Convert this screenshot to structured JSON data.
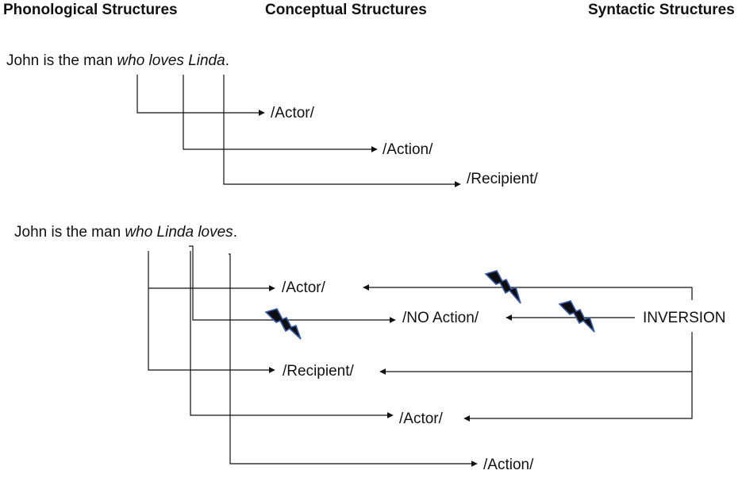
{
  "headers": {
    "phonological": "Phonological Structures",
    "conceptual": "Conceptual Structures",
    "syntactic": "Syntactic Structures"
  },
  "example1": {
    "sentence_plain": "John is the man ",
    "sentence_italic": "who loves Linda",
    "sentence_end": ".",
    "roles": [
      "/Actor/",
      "/Action/",
      "/Recipient/"
    ]
  },
  "example2": {
    "sentence_plain": "John is the man ",
    "sentence_italic": "who Linda loves",
    "sentence_end": ".",
    "roles": [
      "/Actor/",
      "/NO Action/",
      "/Recipient/",
      "/Actor/",
      "/Action/"
    ],
    "operation": "INVERSION"
  },
  "icons": {
    "conflict": "lightning-bolt-icon",
    "bolt_fill": "#0d0d12",
    "bolt_stroke": "#3a5fa8"
  }
}
